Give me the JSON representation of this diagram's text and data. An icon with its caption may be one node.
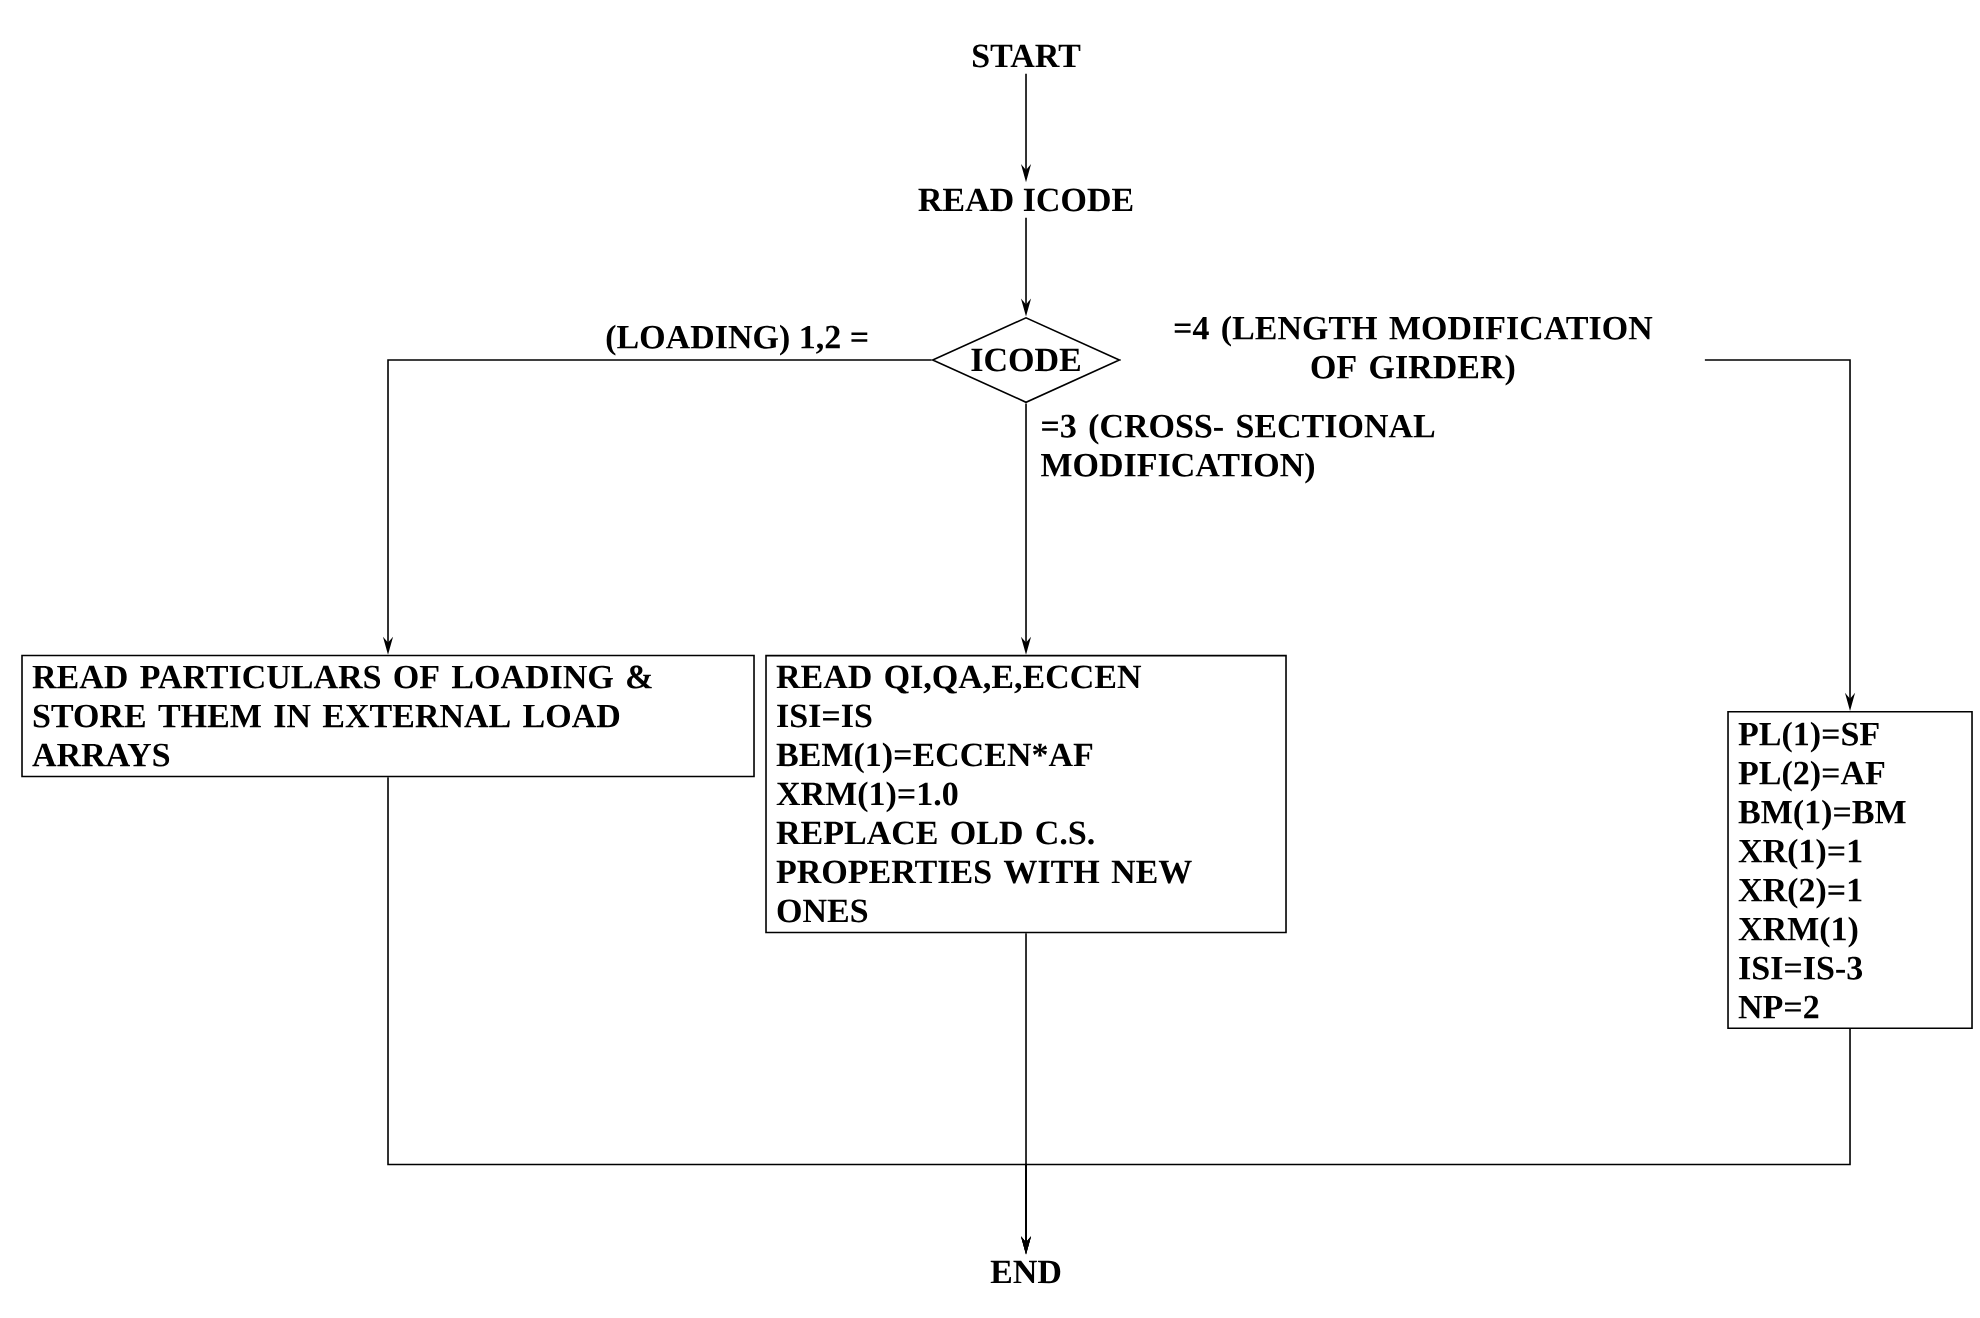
{
  "diagram": {
    "nodes": [
      {
        "text": [
          "START"
        ]
      },
      {
        "text": [
          "READ ICODE"
        ]
      },
      {
        "text": [
          "ICODE"
        ]
      },
      {
        "text": [
          "READ PARTICULARS OF LOADING & STORE THEM IN EXTERNAL LOAD ARRAYS"
        ]
      },
      {
        "text": [
          "READ QI,QA,E,ECCEN",
          "ISI=IS",
          "BEM(1)=ECCEN*AF",
          "XRM(1)=1.0",
          "REPLACE OLD C.S. PROPERTIES WITH NEW ONES"
        ]
      },
      {
        "text": [
          "PL(1)=SF",
          "PL(2)=AF",
          "BM(1)=BM",
          "XR(1)=1",
          "XR(2)=1",
          "XRM(1)",
          "ISI=IS-3",
          "NP=2"
        ]
      },
      {
        "text": [
          "END"
        ]
      }
    ],
    "edges": [
      {
        "from": 0,
        "to": 1,
        "arrow": "to"
      },
      {
        "from": 1,
        "to": 2,
        "arrow": "to"
      },
      {
        "from": 2,
        "to": 3,
        "arrow": "to",
        "label": "(LOADING) 1,2 ="
      },
      {
        "from": 2,
        "to": 4,
        "arrow": "to",
        "label": "=3 (CROSS- SECTIONAL MODIFICATION)"
      },
      {
        "from": 2,
        "to": 5,
        "arrow": "to",
        "label": "=4 (LENGTH MODIFICATION OF GIRDER)"
      },
      {
        "from": 3,
        "to": 6,
        "arrow": "to"
      },
      {
        "from": 4,
        "to": 6,
        "arrow": "to"
      },
      {
        "from": 5,
        "to": 6,
        "arrow": "to"
      }
    ]
  }
}
